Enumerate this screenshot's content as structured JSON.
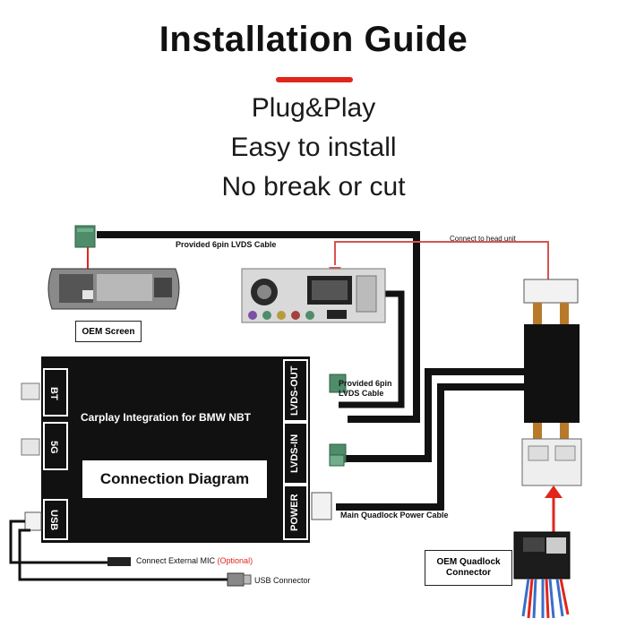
{
  "header": {
    "title": "Installation Guide",
    "features": [
      "Plug&Play",
      "Easy to install",
      "No break or cut"
    ]
  },
  "diagram": {
    "module_title": "Carplay Integration for BMW NBT",
    "module_center_label": "Connection Diagram",
    "left_ports": [
      "BT",
      "5G",
      "USB"
    ],
    "right_ports": [
      "LVDS-OUT",
      "LVDS-IN",
      "POWER"
    ],
    "labels": {
      "lvds_cable_top": "Provided 6pin LVDS Cable",
      "connect_head_unit": "Connect to head unit",
      "oem_screen": "OEM Screen",
      "lvds_cable_right": "Provided 6pin LVDS Cable",
      "main_quadlock": "Main Quadlock Power Cable",
      "mic": "Connect External MIC ",
      "mic_optional": "(Optional)",
      "usb_connector": "USB Connector",
      "oem_quadlock": "OEM Quadlock Connector"
    },
    "colors": {
      "accent_red": "#e0261b",
      "cable": "#111111",
      "connector_green": "#4f8d6a",
      "module": "#111111"
    }
  }
}
